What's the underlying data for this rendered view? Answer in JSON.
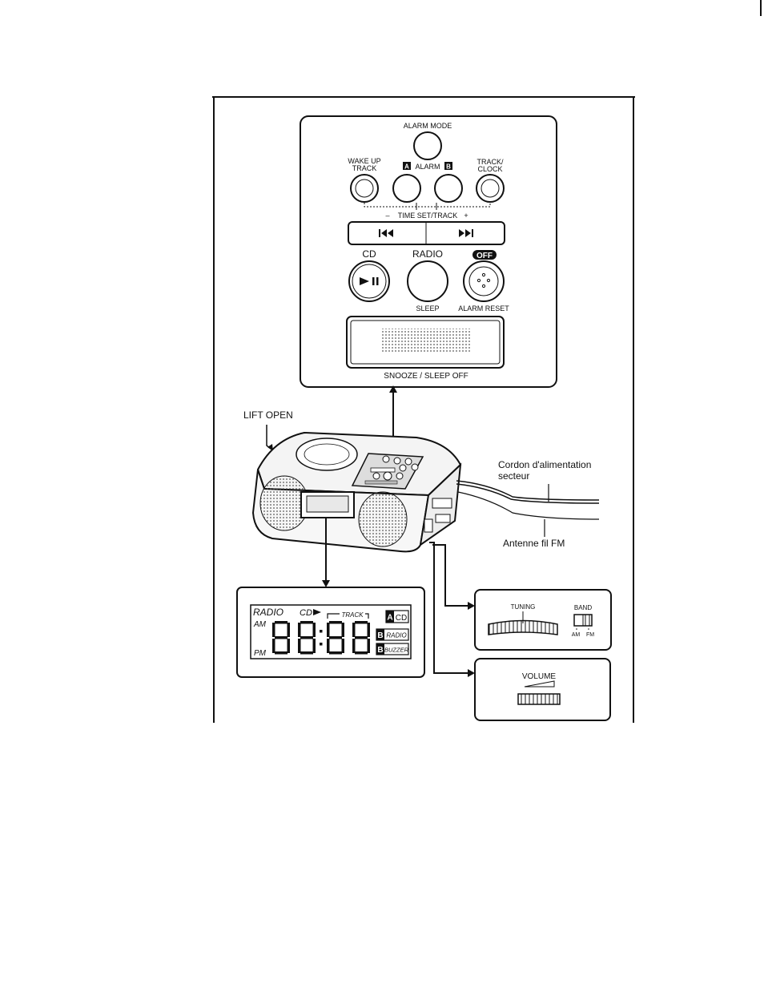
{
  "control_panel": {
    "alarm_mode": "ALARM MODE",
    "wake_up_track_1": "WAKE UP",
    "wake_up_track_2": "TRACK",
    "alarm_a_tag": "A",
    "alarm": "ALARM",
    "alarm_b_tag": "B",
    "track_clock_1": "TRACK/",
    "track_clock_2": "CLOCK",
    "time_set_track": "TIME SET/TRACK",
    "minus": "–",
    "plus": "+",
    "cd": "CD",
    "radio": "RADIO",
    "off": "OFF",
    "sleep": "SLEEP",
    "alarm_reset": "ALARM RESET",
    "snooze_sleep_off": "SNOOZE / SLEEP OFF"
  },
  "unit": {
    "lift_open": "LIFT OPEN",
    "cord_line1": "Cordon d'alimentation",
    "cord_line2": "secteur",
    "antenna": "Antenne fil FM"
  },
  "display": {
    "radio": "RADIO",
    "cd": "CD",
    "track": "TRACK",
    "am": "AM",
    "pm": "PM",
    "a_tag": "A",
    "a_label": "CD",
    "b_tag": "B",
    "b_radio": "RADIO",
    "b_buzzer": "BUZZER"
  },
  "tuning_panel": {
    "tuning": "TUNING",
    "band": "BAND",
    "am": "AM",
    "fm": "FM"
  },
  "volume_panel": {
    "volume": "VOLUME"
  },
  "icons": [
    "prev-track-icon",
    "next-track-icon",
    "play-pause-icon",
    "speaker-grille-icon"
  ]
}
